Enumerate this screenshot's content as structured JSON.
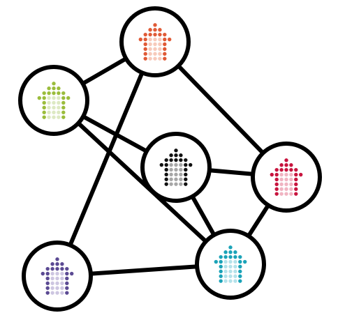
{
  "diagram": {
    "type": "network",
    "icon": "house-dot-icon",
    "ring_color": "#000000",
    "edge_color": "#000000",
    "background": "#ffffff",
    "nodes": [
      {
        "id": "orange",
        "icon": "house-dot-icon",
        "color": "#e05a36",
        "light_color": "#f7cabb"
      },
      {
        "id": "green",
        "icon": "house-dot-icon",
        "color": "#9bbd3c",
        "light_color": "#dde9c3"
      },
      {
        "id": "black",
        "icon": "house-dot-icon",
        "color": "#111111",
        "light_color": "#a6a6a6"
      },
      {
        "id": "red",
        "icon": "house-dot-icon",
        "color": "#c8143e",
        "light_color": "#f0b4c2"
      },
      {
        "id": "teal",
        "icon": "house-dot-icon",
        "color": "#1ba3b8",
        "light_color": "#b4e2ea"
      },
      {
        "id": "purple",
        "icon": "house-dot-icon",
        "color": "#5b4a93",
        "light_color": "#cdc6e1"
      }
    ],
    "edges": [
      [
        "orange",
        "green"
      ],
      [
        "orange",
        "red"
      ],
      [
        "orange",
        "purple"
      ],
      [
        "green",
        "black"
      ],
      [
        "green",
        "teal"
      ],
      [
        "black",
        "red"
      ],
      [
        "black",
        "teal"
      ],
      [
        "red",
        "teal"
      ],
      [
        "purple",
        "teal"
      ]
    ]
  }
}
